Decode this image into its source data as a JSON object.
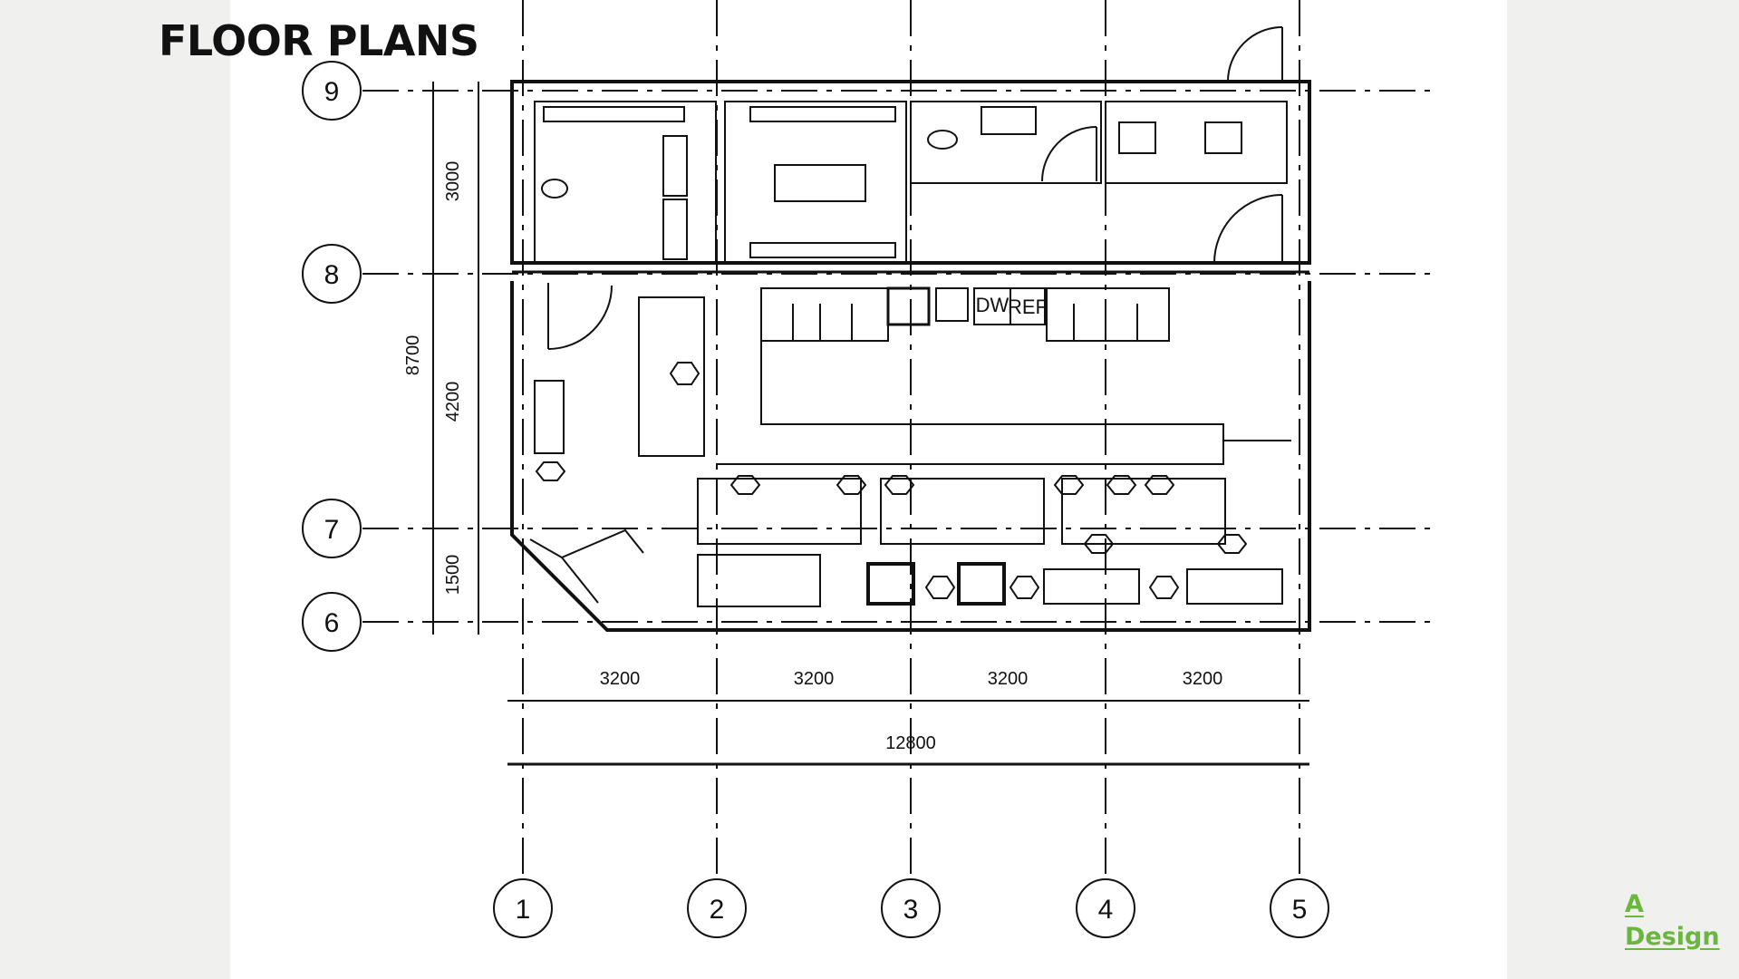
{
  "page": {
    "title": "FLOOR PLANS"
  },
  "brand": {
    "line1": "A",
    "line2": "Design",
    "color": "#6bb63e"
  },
  "plan": {
    "grid_columns": [
      "1",
      "2",
      "3",
      "4",
      "5"
    ],
    "grid_rows": [
      "9",
      "8",
      "7",
      "6"
    ],
    "dimensions_horizontal": [
      "3200",
      "3200",
      "3200",
      "3200"
    ],
    "dimension_overall_horizontal": "12800",
    "dimensions_vertical": [
      "3000",
      "4200",
      "1500"
    ],
    "dimension_overall_vertical": "8700",
    "appliance_labels": [
      "DW",
      "REF"
    ]
  }
}
